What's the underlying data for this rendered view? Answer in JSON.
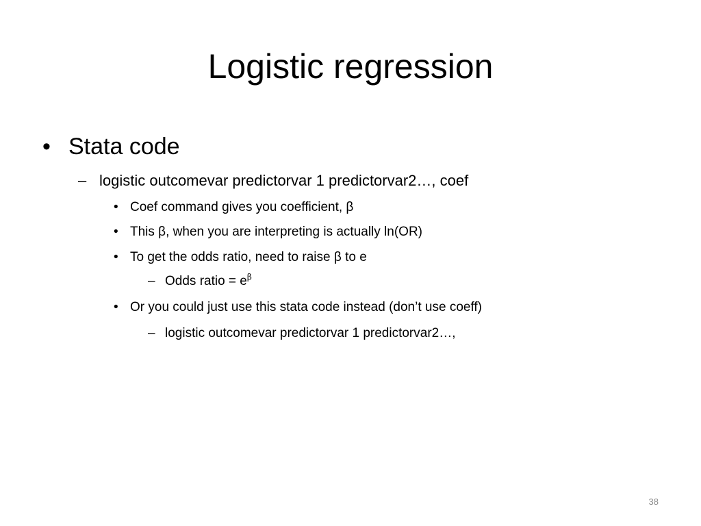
{
  "slide": {
    "title": "Logistic regression",
    "bullets": {
      "b1": "Stata code",
      "b2": "logistic outcomevar predictorvar 1 predictorvar2…, coef",
      "b3": "Coef command gives you coefficient, β",
      "b4": "This β, when you are interpreting is actually ln(OR)",
      "b5": "To get the odds ratio, need to raise β to e",
      "b6": "Odds ratio = e",
      "b6_sup": "β",
      "b7": "Or you could just use this stata code instead (don’t use coeff)",
      "b8": "logistic outcomevar predictorvar 1 predictorvar2…,"
    },
    "markers": {
      "bullet": "•",
      "dash": "–"
    },
    "page_number": "38"
  }
}
